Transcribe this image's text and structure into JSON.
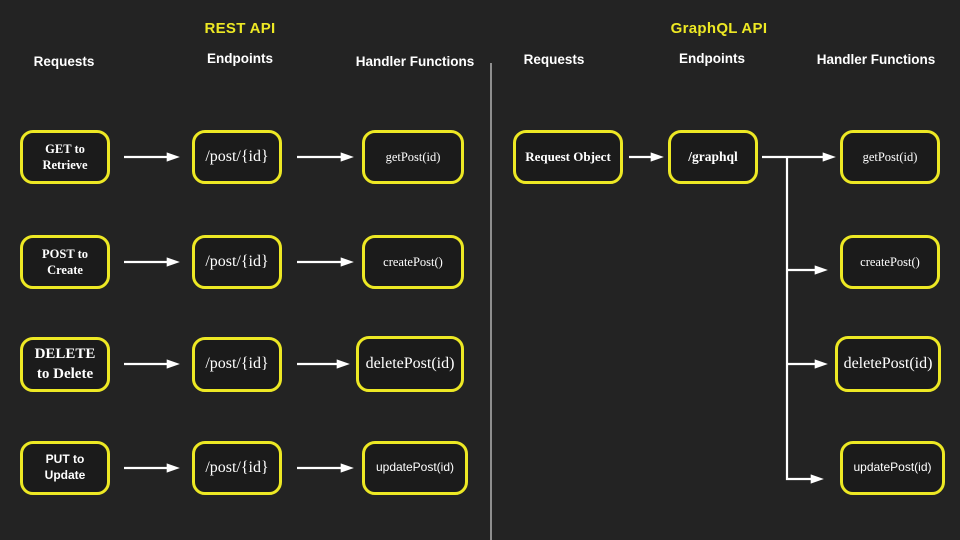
{
  "colors": {
    "background": "#232323",
    "node_fill": "#1b1b1b",
    "accent_yellow": "#ede824",
    "text": "#ffffff",
    "arrow": "#ffffff",
    "divider": "#aaaaaa"
  },
  "rest": {
    "title": "REST API",
    "columns": {
      "requests": "Requests",
      "endpoints": "Endpoints",
      "handlers": "Handler Functions"
    },
    "rows": [
      {
        "request": "GET to Retrieve",
        "endpoint": "/post/{id}",
        "handler": "getPost(id)"
      },
      {
        "request": "POST to Create",
        "endpoint": "/post/{id}",
        "handler": "createPost()"
      },
      {
        "request": "DELETE to Delete",
        "endpoint": "/post/{id}",
        "handler": "deletePost(id)"
      },
      {
        "request": "PUT to Update",
        "endpoint": "/post/{id}",
        "handler": "updatePost(id)"
      }
    ]
  },
  "graphql": {
    "title": "GraphQL API",
    "columns": {
      "requests": "Requests",
      "endpoints": "Endpoints",
      "handlers": "Handler Functions"
    },
    "request": "Request Object",
    "endpoint": "/graphql",
    "handlers": [
      "getPost(id)",
      "createPost()",
      "deletePost(id)",
      "updatePost(id)"
    ]
  }
}
